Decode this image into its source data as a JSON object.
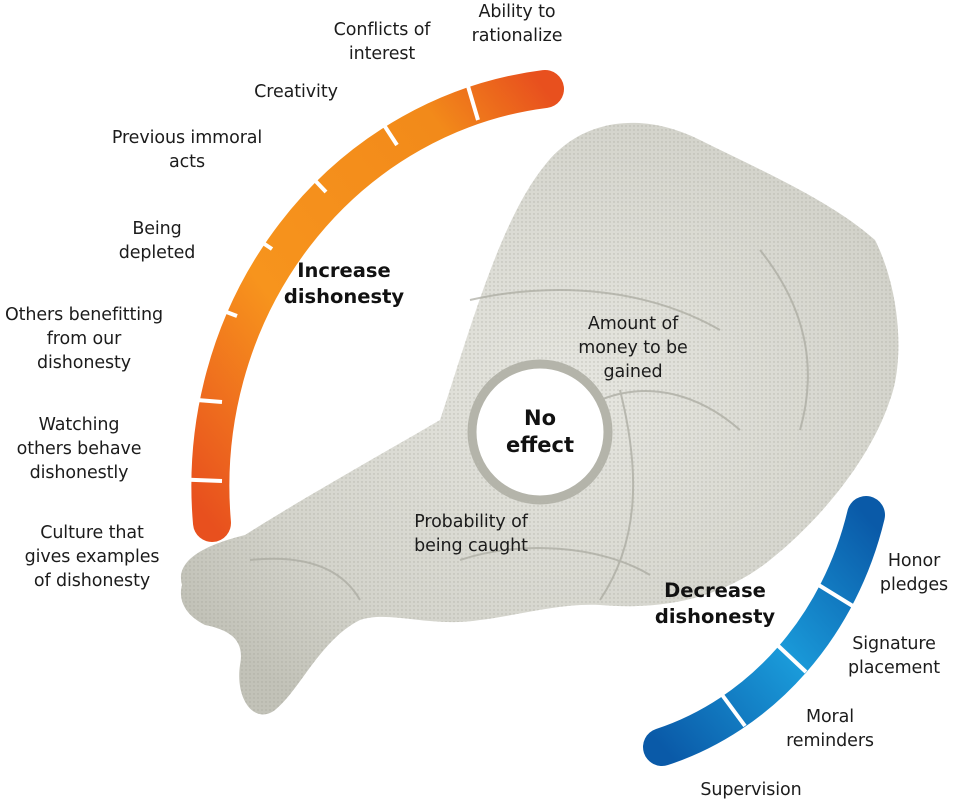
{
  "diagram": {
    "increase": {
      "heading": "Increase\ndishonesty",
      "color_start": "#f7941d",
      "color_end": "#e8501e",
      "factors": [
        "Ability to\nrationalize",
        "Conflicts of\ninterest",
        "Creativity",
        "Previous immoral\nacts",
        "Being\ndepleted",
        "Others benefitting\nfrom our\ndishonesty",
        "Watching\nothers behave\ndishonestly",
        "Culture that\ngives examples\nof dishonesty"
      ]
    },
    "no_effect": {
      "heading": "No\neffect",
      "factors": [
        "Amount of\nmoney to be\ngained",
        "Probability of\nbeing caught"
      ]
    },
    "decrease": {
      "heading": "Decrease\ndishonesty",
      "color_start": "#1a9ad9",
      "color_end": "#0a5aa8",
      "factors": [
        "Honor\npledges",
        "Signature\nplacement",
        "Moral\nreminders",
        "Supervision"
      ]
    },
    "illustration": "crossed-fingers-hand"
  }
}
